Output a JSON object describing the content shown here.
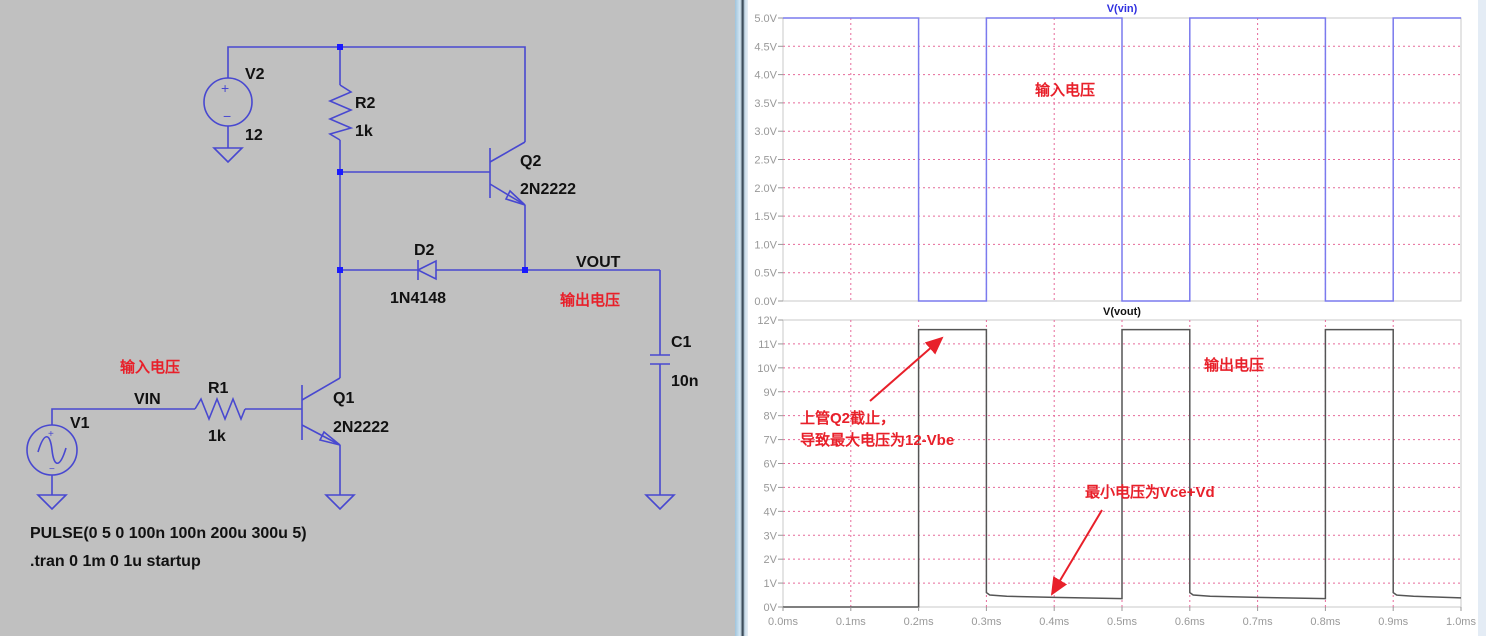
{
  "schematic": {
    "v2": {
      "name": "V2",
      "value": "12"
    },
    "r2": {
      "name": "R2",
      "value": "1k"
    },
    "q2": {
      "name": "Q2",
      "model": "2N2222"
    },
    "d2": {
      "name": "D2",
      "model": "1N4148"
    },
    "vout_label": "VOUT",
    "vout_note": "输出电压",
    "c1": {
      "name": "C1",
      "value": "10n"
    },
    "vin_note": "输入电压",
    "vin_label": "VIN",
    "v1": {
      "name": "V1"
    },
    "r1": {
      "name": "R1",
      "value": "1k"
    },
    "q1": {
      "name": "Q1",
      "model": "2N2222"
    },
    "pulse_directive": "PULSE(0 5 0 100n 100n 200u 300u 5)",
    "tran_directive": ".tran 0 1m 0 1u startup"
  },
  "colors": {
    "vin_trace": "#7a7aee",
    "vout_trace": "#555555",
    "grid": "#e66a9a",
    "annotation": "#e8202a",
    "wire": "#4848d0"
  },
  "chart_data": [
    {
      "type": "line",
      "title": "V(vin)",
      "xlabel": "",
      "ylabel": "",
      "xlim": [
        0,
        1.0
      ],
      "ylim": [
        0,
        5.0
      ],
      "yticks": [
        "0.0V",
        "0.5V",
        "1.0V",
        "1.5V",
        "2.0V",
        "2.5V",
        "3.0V",
        "3.5V",
        "4.0V",
        "4.5V",
        "5.0V"
      ],
      "ytick_values": [
        0,
        0.5,
        1,
        1.5,
        2,
        2.5,
        3,
        3.5,
        4,
        4.5,
        5
      ],
      "grid": true,
      "annotation": "输入电压",
      "series": [
        {
          "name": "V(vin)",
          "points": [
            [
              0,
              5
            ],
            [
              0.2,
              5
            ],
            [
              0.2,
              0
            ],
            [
              0.3,
              0
            ],
            [
              0.3,
              5
            ],
            [
              0.5,
              5
            ],
            [
              0.5,
              0
            ],
            [
              0.6,
              0
            ],
            [
              0.6,
              5
            ],
            [
              0.8,
              5
            ],
            [
              0.8,
              0
            ],
            [
              0.9,
              0
            ],
            [
              0.9,
              5
            ],
            [
              1.0,
              5
            ]
          ]
        }
      ]
    },
    {
      "type": "line",
      "title": "V(vout)",
      "xlim": [
        0,
        1.0
      ],
      "ylim": [
        0,
        12
      ],
      "xticks": [
        "0.0ms",
        "0.1ms",
        "0.2ms",
        "0.3ms",
        "0.4ms",
        "0.5ms",
        "0.6ms",
        "0.7ms",
        "0.8ms",
        "0.9ms",
        "1.0ms"
      ],
      "xtick_values": [
        0,
        0.1,
        0.2,
        0.3,
        0.4,
        0.5,
        0.6,
        0.7,
        0.8,
        0.9,
        1.0
      ],
      "yticks": [
        "0V",
        "1V",
        "2V",
        "3V",
        "4V",
        "5V",
        "6V",
        "7V",
        "8V",
        "9V",
        "10V",
        "11V",
        "12V"
      ],
      "ytick_values": [
        0,
        1,
        2,
        3,
        4,
        5,
        6,
        7,
        8,
        9,
        10,
        11,
        12
      ],
      "grid": true,
      "annotations": {
        "output_label": "输出电压",
        "max_note_line1": "上管Q2截止，",
        "max_note_line2": "导致最大电压为12-Vbe",
        "min_note": "最小电压为Vce+Vd"
      },
      "series": [
        {
          "name": "V(vout)",
          "points": [
            [
              0,
              0
            ],
            [
              0.2,
              0
            ],
            [
              0.2,
              11.6
            ],
            [
              0.3,
              11.6
            ],
            [
              0.3,
              0.6
            ],
            [
              0.305,
              0.5
            ],
            [
              0.33,
              0.45
            ],
            [
              0.4,
              0.4
            ],
            [
              0.5,
              0.35
            ],
            [
              0.5,
              11.6
            ],
            [
              0.6,
              11.6
            ],
            [
              0.6,
              0.6
            ],
            [
              0.605,
              0.5
            ],
            [
              0.63,
              0.45
            ],
            [
              0.7,
              0.4
            ],
            [
              0.8,
              0.35
            ],
            [
              0.8,
              11.6
            ],
            [
              0.9,
              11.6
            ],
            [
              0.9,
              0.6
            ],
            [
              0.905,
              0.5
            ],
            [
              0.93,
              0.45
            ],
            [
              1.0,
              0.38
            ]
          ]
        }
      ]
    }
  ]
}
